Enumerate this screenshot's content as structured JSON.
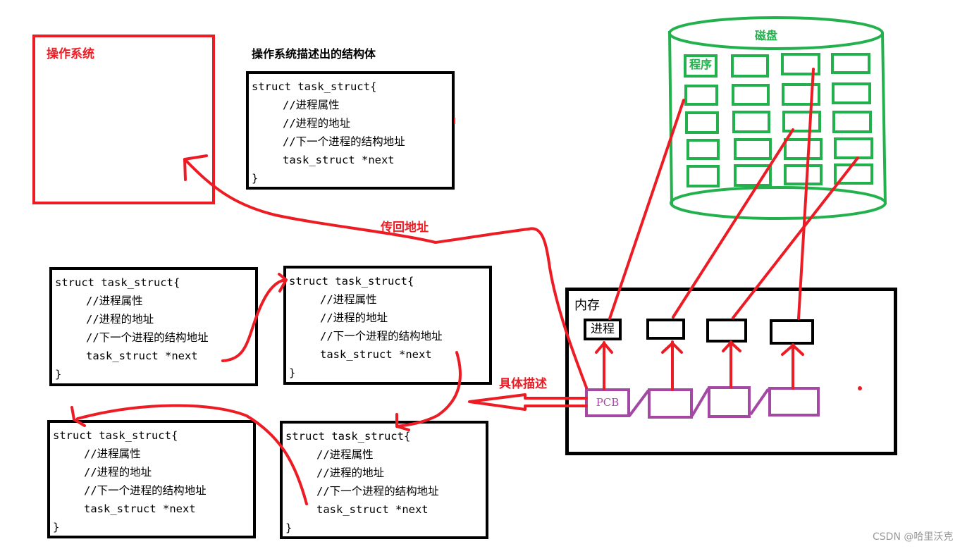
{
  "os": {
    "label": "操作系统"
  },
  "struct_title": "操作系统描述出的结构体",
  "struct_template": {
    "line1": "struct task_struct{",
    "line2": "//进程属性",
    "line3": "//进程的地址",
    "line4": "//下一个进程的结构地址",
    "line5": "task_struct *next",
    "line6": "}"
  },
  "annotations": {
    "return_address": "传回地址",
    "describe": "具体描述"
  },
  "memory": {
    "label": "内存",
    "process_label": "进程",
    "pcb_label": "PCB"
  },
  "disk": {
    "label": "磁盘",
    "program_label": "程序"
  },
  "colors": {
    "red": "#ed1c24",
    "green": "#22b14c",
    "purple": "#a349a4",
    "black": "#000000"
  },
  "watermark": "CSDN @哈里沃克"
}
